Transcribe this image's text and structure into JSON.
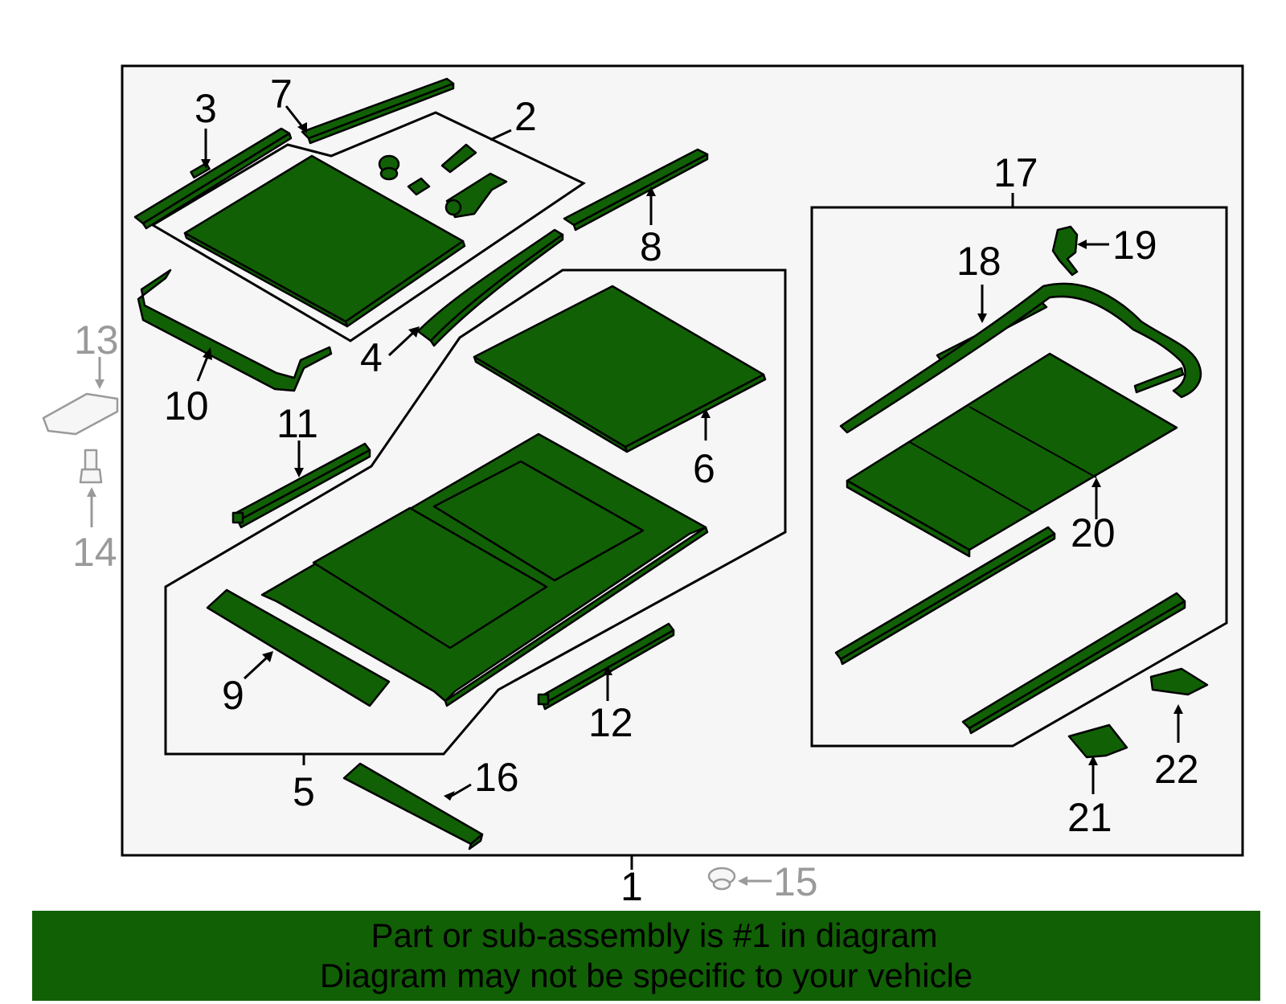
{
  "labels": {
    "p1": "1",
    "p2": "2",
    "p3": "3",
    "p4": "4",
    "p5": "5",
    "p6": "6",
    "p7": "7",
    "p8": "8",
    "p9": "9",
    "p10": "10",
    "p11": "11",
    "p12": "12",
    "p13": "13",
    "p14": "14",
    "p15": "15",
    "p16": "16",
    "p17": "17",
    "p18": "18",
    "p19": "19",
    "p20": "20",
    "p21": "21",
    "p22": "22"
  },
  "colors": {
    "part_fill": "#116005",
    "outline": "#000000",
    "not_included": "#9a9a9a",
    "panel_bg": "#f6f6f6"
  },
  "banner": {
    "line1": "Part or sub-assembly is #1 in diagram",
    "line2": "Diagram may not be specific to your vehicle"
  }
}
